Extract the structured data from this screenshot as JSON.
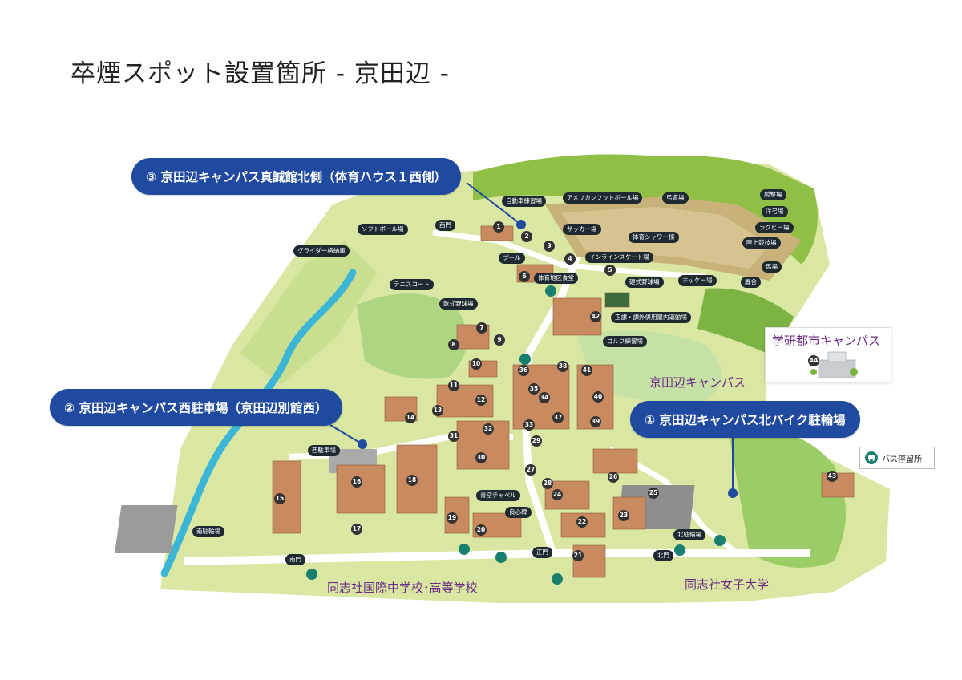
{
  "title": "卒煙スポット設置箇所 - 京田辺 -",
  "callouts": {
    "c3": "③ 京田辺キャンパス真誠館北側（体育ハウス１西側）",
    "c2": "② 京田辺キャンパス西駐車場（京田辺別館西）",
    "c1": "① 京田辺キャンパス北バイク駐輪場"
  },
  "areas": {
    "kyotanabe": "京田辺キャンパス",
    "international": "同志社国際中学校･高等学校",
    "womens": "同志社女子大学"
  },
  "inset": {
    "title": "学研都市キャンパス",
    "number": "44"
  },
  "legend": {
    "label": "バス停留所",
    "icon": "bus-icon"
  },
  "colors": {
    "callout": "#1f4aa0",
    "river": "#3bb6d6",
    "area_label": "#6b2a86"
  },
  "facility_labels": [
    {
      "id": "jidosha",
      "text": "自動車練習場"
    },
    {
      "id": "americanfootball",
      "text": "アメリカンフットボール場"
    },
    {
      "id": "kyudo",
      "text": "弓道場"
    },
    {
      "id": "shageki",
      "text": "射撃場"
    },
    {
      "id": "yokyu",
      "text": "洋弓場"
    },
    {
      "id": "rugby",
      "text": "ラグビー場"
    },
    {
      "id": "rikujo",
      "text": "陸上競技場"
    },
    {
      "id": "bajo",
      "text": "馬場"
    },
    {
      "id": "kyusha",
      "text": "厩舎"
    },
    {
      "id": "softball",
      "text": "ソフトボール場"
    },
    {
      "id": "nishimon",
      "text": "西門"
    },
    {
      "id": "glider",
      "text": "グライダー格納庫"
    },
    {
      "id": "soccer",
      "text": "サッカー場"
    },
    {
      "id": "shower",
      "text": "体育シャワー棟"
    },
    {
      "id": "pool",
      "text": "プール"
    },
    {
      "id": "inline",
      "text": "インラインスケート場"
    },
    {
      "id": "tennis",
      "text": "テニスコート"
    },
    {
      "id": "shokudo",
      "text": "体育地区食堂"
    },
    {
      "id": "koshiki",
      "text": "硬式野球場"
    },
    {
      "id": "hockey",
      "text": "ホッケー場"
    },
    {
      "id": "nanshiki",
      "text": "軟式野球場"
    },
    {
      "id": "seika",
      "text": "正課・課外併用屋内運動場"
    },
    {
      "id": "golf",
      "text": "ゴルフ練習場"
    },
    {
      "id": "nishichusha",
      "text": "西駐車場"
    },
    {
      "id": "aozora",
      "text": "青空チャペル"
    },
    {
      "id": "ryoshin",
      "text": "良心碑"
    },
    {
      "id": "minami",
      "text": "南駐輪場"
    },
    {
      "id": "nanmon",
      "text": "南門"
    },
    {
      "id": "seimon",
      "text": "正門"
    },
    {
      "id": "kitamon",
      "text": "北門"
    },
    {
      "id": "kitachurin",
      "text": "北駐輪場"
    }
  ],
  "building_numbers": [
    "1",
    "2",
    "3",
    "4",
    "5",
    "6",
    "7",
    "8",
    "9",
    "10",
    "11",
    "12",
    "13",
    "14",
    "15",
    "16",
    "17",
    "18",
    "19",
    "20",
    "21",
    "22",
    "23",
    "24",
    "25",
    "26",
    "27",
    "28",
    "29",
    "30",
    "31",
    "32",
    "33",
    "34",
    "35",
    "36",
    "37",
    "38",
    "39",
    "40",
    "41",
    "42",
    "43"
  ]
}
